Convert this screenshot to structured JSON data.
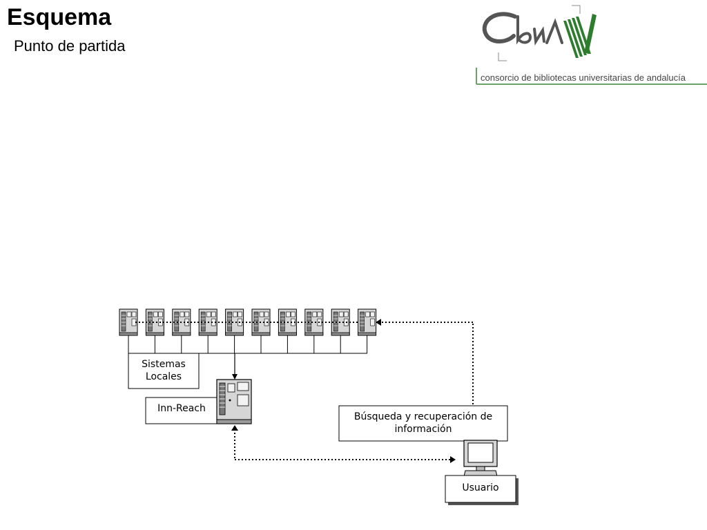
{
  "slide": {
    "title": "Esquema",
    "subtitle": "Punto de partida"
  },
  "logo": {
    "text": "consorcio de bibliotecas universitarias de andalucía",
    "mark": "CBUA",
    "accent_color": "#2e7d2e"
  },
  "diagram": {
    "local_servers_count": 10,
    "local_systems_label": [
      "Sistemas",
      "Locales"
    ],
    "innreach_label": "Inn-Reach",
    "search_label": [
      "Búsqueda y recuperación de",
      "información"
    ],
    "user_label": "Usuario",
    "icons": [
      "server-icon",
      "central-server-icon",
      "computer-icon"
    ]
  }
}
